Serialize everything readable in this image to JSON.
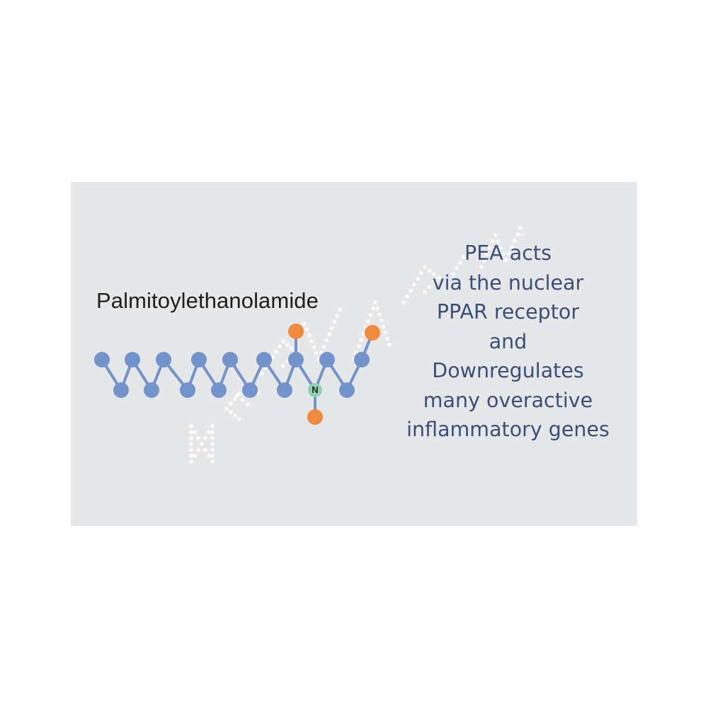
{
  "molecule": {
    "name": "Palmitoylethanolamide",
    "nitrogen_label": "N",
    "colors": {
      "carbon": "#7393cc",
      "bond": "#7393cc",
      "oxygen": "#f08a3c",
      "nitrogen": "#8ed1b0"
    }
  },
  "description": {
    "lines": [
      "PEA acts",
      "via the nuclear",
      "PPAR receptor",
      "and",
      "Downregulates",
      "many overactive",
      "inflammatory genes"
    ],
    "color": "#3c4f7a"
  },
  "watermark": {
    "trademark": "™"
  },
  "background": {
    "card": "#e6e7e9",
    "page": "#ffffff"
  }
}
